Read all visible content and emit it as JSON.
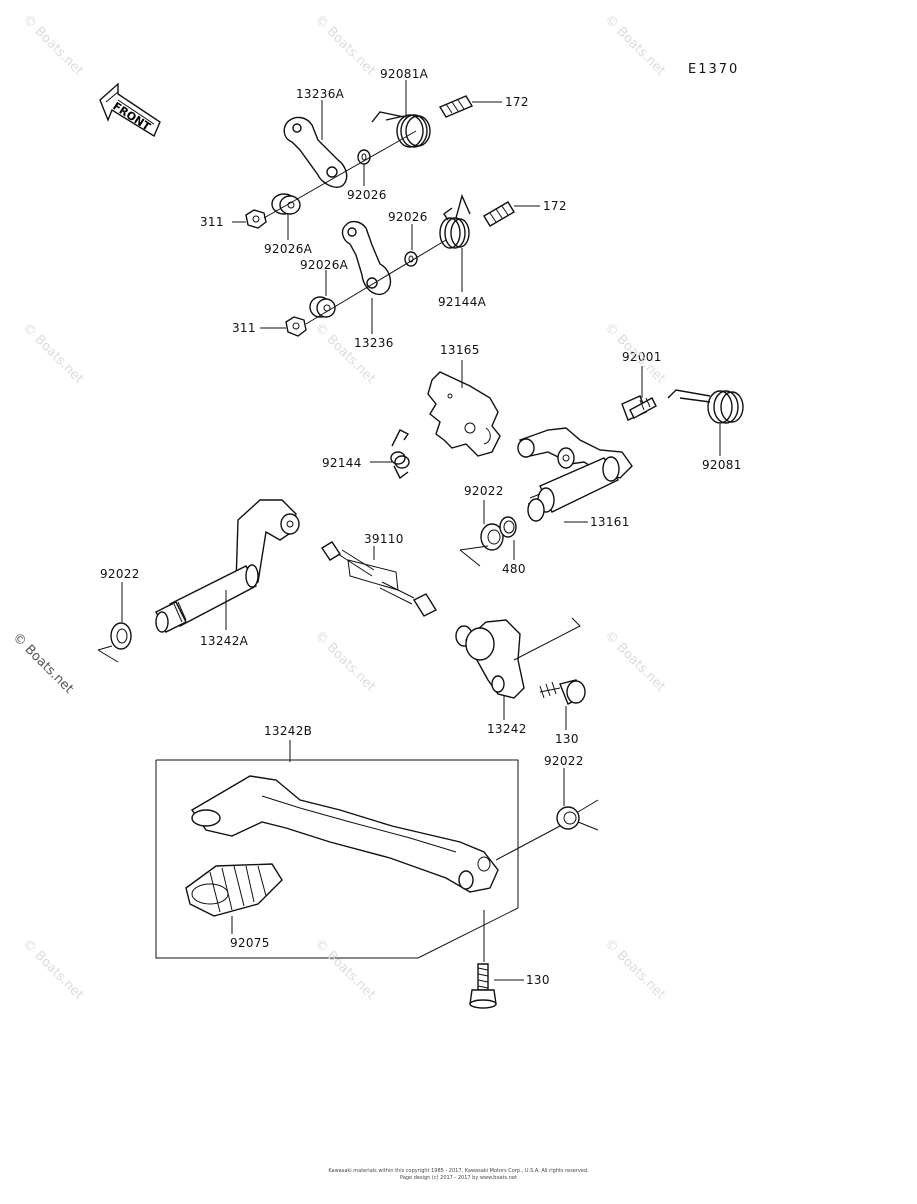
{
  "diagram": {
    "id": "E1370",
    "front_label": "FRONT",
    "labels": [
      {
        "key": "13236A-top",
        "text": "13236A"
      },
      {
        "key": "92081A",
        "text": "92081A"
      },
      {
        "key": "172-top",
        "text": "172"
      },
      {
        "key": "92026-top",
        "text": "92026"
      },
      {
        "key": "311-top",
        "text": "311"
      },
      {
        "key": "92026A-top",
        "text": "92026A"
      },
      {
        "key": "92026-mid",
        "text": "92026"
      },
      {
        "key": "172-mid",
        "text": "172"
      },
      {
        "key": "92026A-mid",
        "text": "92026A"
      },
      {
        "key": "92144A",
        "text": "92144A"
      },
      {
        "key": "311-mid",
        "text": "311"
      },
      {
        "key": "13236",
        "text": "13236"
      },
      {
        "key": "13165",
        "text": "13165"
      },
      {
        "key": "92001",
        "text": "92001"
      },
      {
        "key": "92144",
        "text": "92144"
      },
      {
        "key": "92081",
        "text": "92081"
      },
      {
        "key": "92022-right",
        "text": "92022"
      },
      {
        "key": "13161",
        "text": "13161"
      },
      {
        "key": "39110",
        "text": "39110"
      },
      {
        "key": "480",
        "text": "480"
      },
      {
        "key": "92022-left",
        "text": "92022"
      },
      {
        "key": "13242A",
        "text": "13242A"
      },
      {
        "key": "13242",
        "text": "13242"
      },
      {
        "key": "130-mid",
        "text": "130"
      },
      {
        "key": "13242B",
        "text": "13242B"
      },
      {
        "key": "92022-lower",
        "text": "92022"
      },
      {
        "key": "92075",
        "text": "92075"
      },
      {
        "key": "130-bottom",
        "text": "130"
      }
    ]
  },
  "watermark": {
    "text": "© Boats.net"
  },
  "footer": {
    "line1": "Kawasaki materials within this copyright 1985 - 2017, Kawasaki Motors Corp., U.S.A. All rights reserved.",
    "line2": "Page design (c) 2017 - 2017 by www.boats.net"
  }
}
